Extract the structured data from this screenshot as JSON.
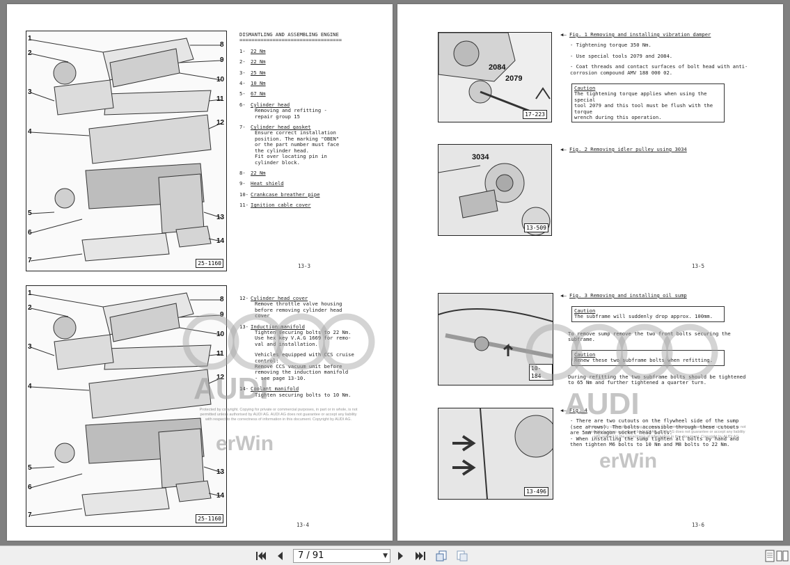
{
  "left_page": {
    "top": {
      "heading": "DISMANTLING AND ASSEMBLING ENGINE",
      "underline": "==================================",
      "figure_code": "25-1160",
      "callouts_left": [
        "1",
        "2",
        "3",
        "4",
        "5",
        "6",
        "7"
      ],
      "callouts_right": [
        "8",
        "9",
        "10",
        "11",
        "12",
        "13",
        "14"
      ],
      "items": [
        {
          "num": "1-",
          "label": "22 Nm",
          "notes": []
        },
        {
          "num": "2-",
          "label": "22 Nm",
          "notes": []
        },
        {
          "num": "3-",
          "label": "25 Nm",
          "notes": []
        },
        {
          "num": "4-",
          "label": "10 Nm",
          "notes": []
        },
        {
          "num": "5-",
          "label": "67 Nm",
          "notes": []
        },
        {
          "num": "6-",
          "label": "Cylinder head",
          "notes": [
            "Removing and refitting -",
            "repair group 15"
          ]
        },
        {
          "num": "7-",
          "label": "Cylinder head gasket",
          "notes": [
            "Ensure correct installation",
            "position. The marking \"OBEN\"",
            "or the part number must face",
            "the cylinder head.",
            "Fit over locating pin in",
            "cylinder block."
          ]
        },
        {
          "num": "8-",
          "label": "22 Nm",
          "notes": []
        },
        {
          "num": "9-",
          "label": "Heat shield",
          "notes": []
        },
        {
          "num": "10-",
          "label": "Crankcase breather pipe",
          "notes": []
        },
        {
          "num": "11-",
          "label": "Ignition cable cover",
          "notes": []
        }
      ],
      "page_number": "13-3"
    },
    "bottom": {
      "figure_code": "25-1160",
      "items": [
        {
          "num": "12-",
          "label": "Cylinder head cover",
          "notes": [
            "Remove throttle valve housing",
            "before removing cylinder head",
            "cover"
          ]
        },
        {
          "num": "13-",
          "label": "Induction manifold",
          "notes": [
            "Tighten securing bolts to 22 Nm.",
            "Use hex key V.A.G 1669 for remo-",
            "val and installation.",
            "",
            "Vehicles equipped with CCS cruise",
            "control:",
            "Remove CCS vacuum unit before",
            "removing the induction manifold",
            "- see page 13-10."
          ]
        },
        {
          "num": "14-",
          "label": "Coolant manifold",
          "notes": [
            "Tighten securing bolts to 10 Nm."
          ]
        }
      ],
      "page_number": "13-4"
    }
  },
  "right_page": {
    "fig1": {
      "code": "17-223",
      "callouts": [
        "2084",
        "2079"
      ],
      "title": "Fig. 1 Removing and installing vibration damper",
      "lines": [
        "- Tightening torque 350 Nm.",
        "- Use special tools 2079 and 2084.",
        "- Coat threads and contact surfaces of bolt head with anti-",
        "  corrosion compound AMV 188 000 02."
      ],
      "caution_title": "Caution",
      "caution_lines": [
        "The tightening torque applies when using the special",
        "tool 2079 and this tool must be flush with the torque",
        "wrench during this operation."
      ]
    },
    "fig2": {
      "code": "13-509",
      "callouts": [
        "3034"
      ],
      "title": "Fig. 2 Removing idler pulley using 3034"
    },
    "page_number_top": "13-5",
    "fig3": {
      "code": "10-184",
      "title": "Fig. 3 Removing and installing oil sump",
      "caution1_title": "Caution",
      "caution1_lines": [
        "The subframe will suddenly drop approx. 100mm."
      ],
      "text1": [
        "To remove sump remove the two front bolts securing the",
        "subframe."
      ],
      "caution2_title": "Caution",
      "caution2_lines": [
        "Renew these two subframe bolts when refitting."
      ],
      "text2": [
        "During refitting the two subframe bolts should be tightened",
        "to 65 Nm and further tightened a quarter turn."
      ]
    },
    "fig4": {
      "code": "13-496",
      "title": "Fig. 4",
      "lines": [
        "- There are two cutouts on the flywheel side of the sump",
        "  (see arrows). The bolts accessible through these cutouts",
        "  are 5mm hexagon socket head bolts.",
        "- When installing the sump tighten all bolts by hand and",
        "  then tighten M6 bolts to 10 Nm and M8 bolts to 22 Nm."
      ]
    },
    "page_number_bottom": "13-6"
  },
  "watermark": {
    "brand": "AUDI",
    "site": "erWin",
    "notice": [
      "Protected by copyright. Copying for private or commercial purposes, in part or in whole, is not",
      "permitted unless authorised by AUDI AG. AUDI AG does not guarantee or accept any liability",
      "with respect to the correctness of information in this document. Copyright by AUDI AG."
    ]
  },
  "toolbar": {
    "page_display": "7 / 91",
    "icons": [
      "first-page-icon",
      "prev-page-icon",
      "next-page-icon",
      "last-page-icon",
      "rotate-view-icon",
      "fit-view-icon",
      "single-page-icon",
      "two-page-icon"
    ]
  }
}
